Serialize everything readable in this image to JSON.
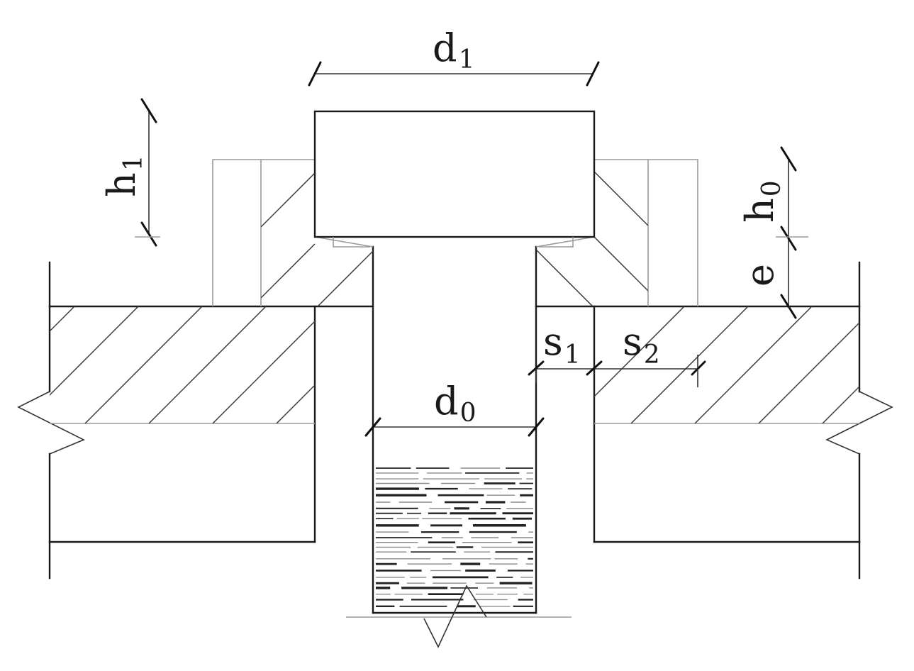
{
  "labels": {
    "d1": {
      "main": "d",
      "sub": "1"
    },
    "h1": {
      "main": "h",
      "sub": "1"
    },
    "h0": {
      "main": "h",
      "sub": "0"
    },
    "e": {
      "main": "e"
    },
    "s1": {
      "main": "s",
      "sub": "1"
    },
    "s2": {
      "main": "s",
      "sub": "2"
    },
    "d0": {
      "main": "d",
      "sub": "0"
    }
  }
}
